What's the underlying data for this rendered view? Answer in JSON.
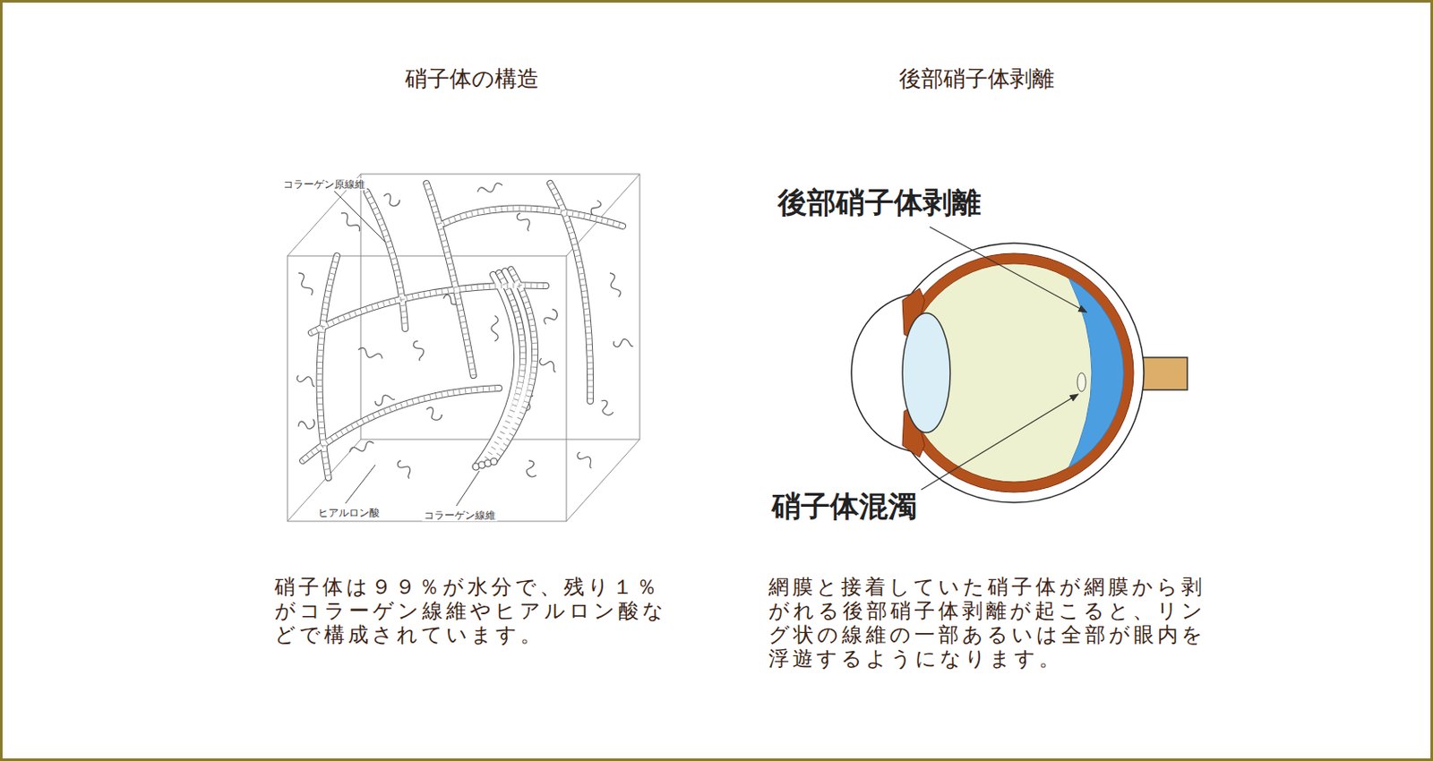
{
  "diagram": {
    "labels": [
      "硝子体の構造",
      "後部硝子体剥離",
      "コラーゲン原線維",
      "ヒアルロン酸",
      "コラーゲン線維",
      "後部硝子体剥離",
      "硝子体混濁",
      "硝子体は９９％が水分で、残り１％がコラーゲン線維やヒアルロン酸などで構成されています。",
      "網膜と接着していた硝子体が網膜から剥がれる後部硝子体剥離が起こると、リング状の線維の一部あるいは全部が眼内を浮遊するようになります。"
    ]
  }
}
